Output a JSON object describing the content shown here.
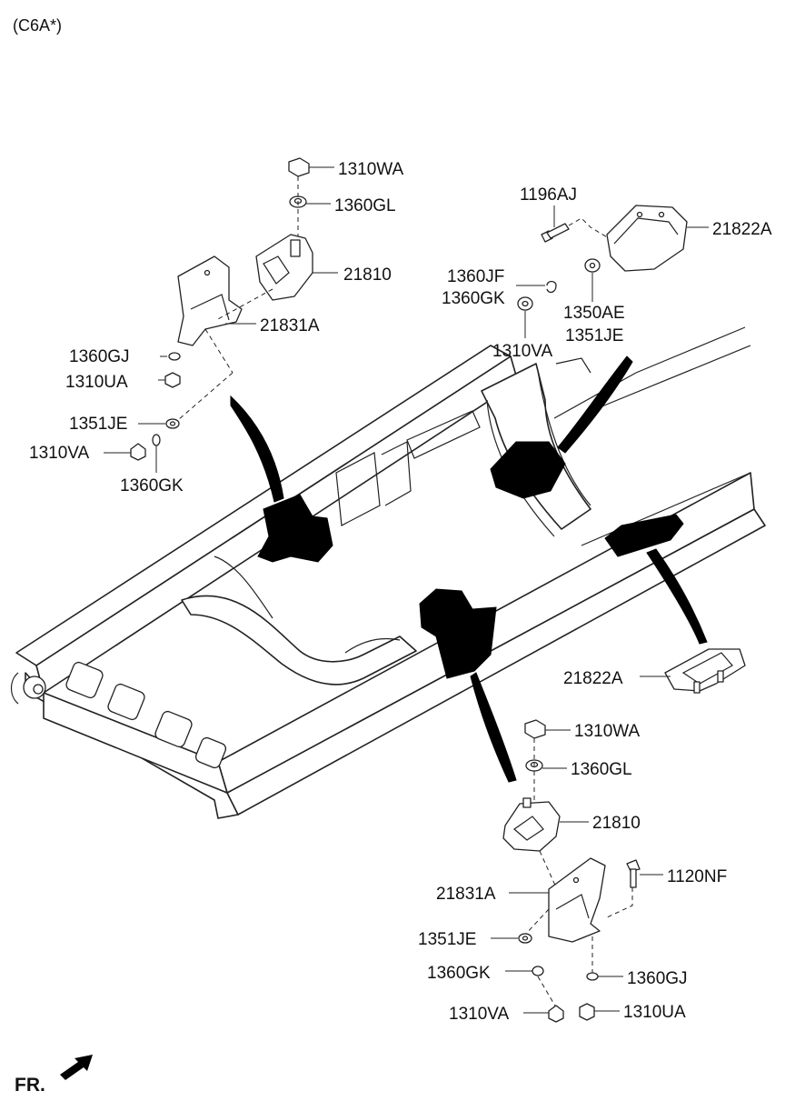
{
  "header": {
    "model_code": "(C6A*)"
  },
  "orientation": {
    "label": "FR."
  },
  "callouts": {
    "upper_left": {
      "nut_top": "1310WA",
      "washer_top": "1360GL",
      "mount": "21810",
      "bracket": "21831A",
      "washer_gj": "1360GJ",
      "nut_ua": "1310UA",
      "washer_je": "1351JE",
      "nut_va": "1310VA",
      "washer_gk": "1360GK"
    },
    "upper_right": {
      "bolt": "1196AJ",
      "transmission_mount": "21822A",
      "washer_jf": "1360JF",
      "washer_gk": "1360GK",
      "washer_ae": "1350AE",
      "washer_je": "1351JE",
      "nut_va": "1310VA"
    },
    "right_middle": {
      "transmission_mount": "21822A"
    },
    "lower_right": {
      "nut_top": "1310WA",
      "washer_top": "1360GL",
      "mount": "21810",
      "bracket": "21831A",
      "bolt": "1120NF",
      "washer_je": "1351JE",
      "washer_gk": "1360GK",
      "washer_gj": "1360GJ",
      "nut_va": "1310VA",
      "nut_ua": "1310UA"
    }
  }
}
